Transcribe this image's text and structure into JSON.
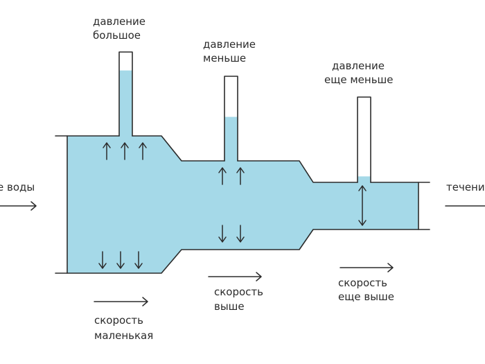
{
  "labels": {
    "pressure_high": [
      "давление",
      "большое"
    ],
    "pressure_lower": [
      "давление",
      "меньше"
    ],
    "pressure_lowest": [
      "давление",
      "еще меньше"
    ],
    "speed_low": [
      "скорость",
      "маленькая"
    ],
    "speed_higher": [
      "скорость",
      "выше"
    ],
    "speed_highest": [
      "скорость",
      "еще выше"
    ],
    "flow_in": "е воды",
    "flow_out": "течени"
  },
  "tube_levels": [
    0.78,
    0.52,
    0.07
  ],
  "colors": {
    "water": "#a5d9e8",
    "line": "#2b2b2b",
    "background": "#ffffff"
  }
}
